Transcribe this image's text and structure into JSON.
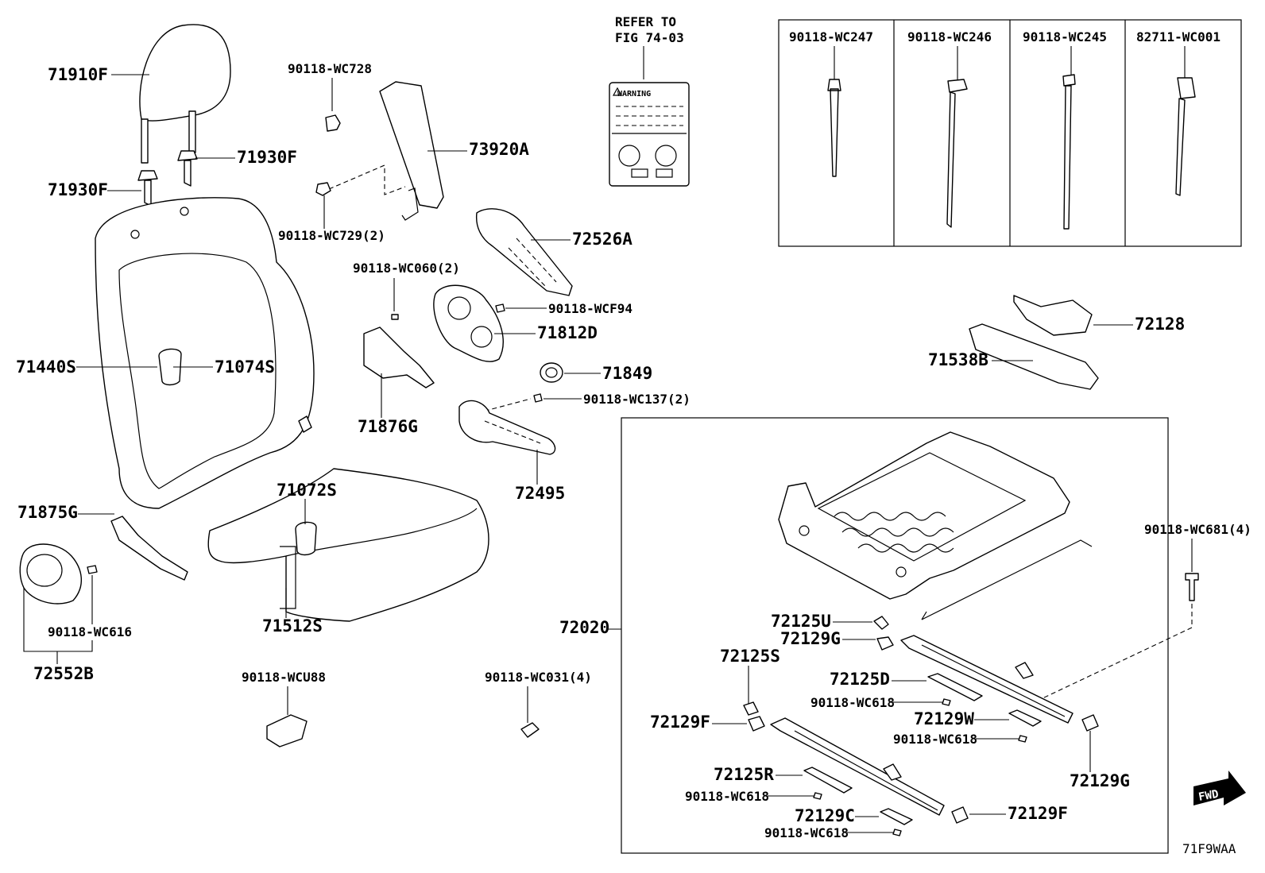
{
  "refer": {
    "line1": "REFER TO",
    "line2": "FIG 74-03"
  },
  "warning_label": {
    "text": "WARNING"
  },
  "inset_labels": [
    "90118-WC247",
    "90118-WC246",
    "90118-WC245",
    "82711-WC001"
  ],
  "labels": {
    "p71910F": "71910F",
    "p71930F_a": "71930F",
    "p71930F_b": "71930F",
    "p90118WC728": "90118-WC728",
    "p73920A": "73920A",
    "p90118WC729": "90118-WC729(2)",
    "p72526A": "72526A",
    "p90118WC060": "90118-WC060(2)",
    "p90118WCF94": "90118-WCF94",
    "p71812D": "71812D",
    "p71849": "71849",
    "p90118WC137": "90118-WC137(2)",
    "p71440S": "71440S",
    "p71074S": "71074S",
    "p71876G": "71876G",
    "p72495": "72495",
    "p71072S": "71072S",
    "p71875G": "71875G",
    "p71512S": "71512S",
    "p90118WC616": "90118-WC616",
    "p72552B": "72552B",
    "p90118WCU88": "90118-WCU88",
    "p90118WC031": "90118-WC031(4)",
    "p72128": "72128",
    "p71538B": "71538B",
    "p90118WC681": "90118-WC681(4)",
    "p72020": "72020",
    "p72125U": "72125U",
    "p72129G_a": "72129G",
    "p72125S": "72125S",
    "p72125D": "72125D",
    "p90118WC618_a": "90118-WC618",
    "p72129W": "72129W",
    "p90118WC618_b": "90118-WC618",
    "p72129F_a": "72129F",
    "p72129G_b": "72129G",
    "p72125R": "72125R",
    "p90118WC618_c": "90118-WC618",
    "p72129C": "72129C",
    "p72129F_b": "72129F",
    "p90118WC618_d": "90118-WC618"
  },
  "fwd": "FWD",
  "figure_code": "71F9WAA"
}
